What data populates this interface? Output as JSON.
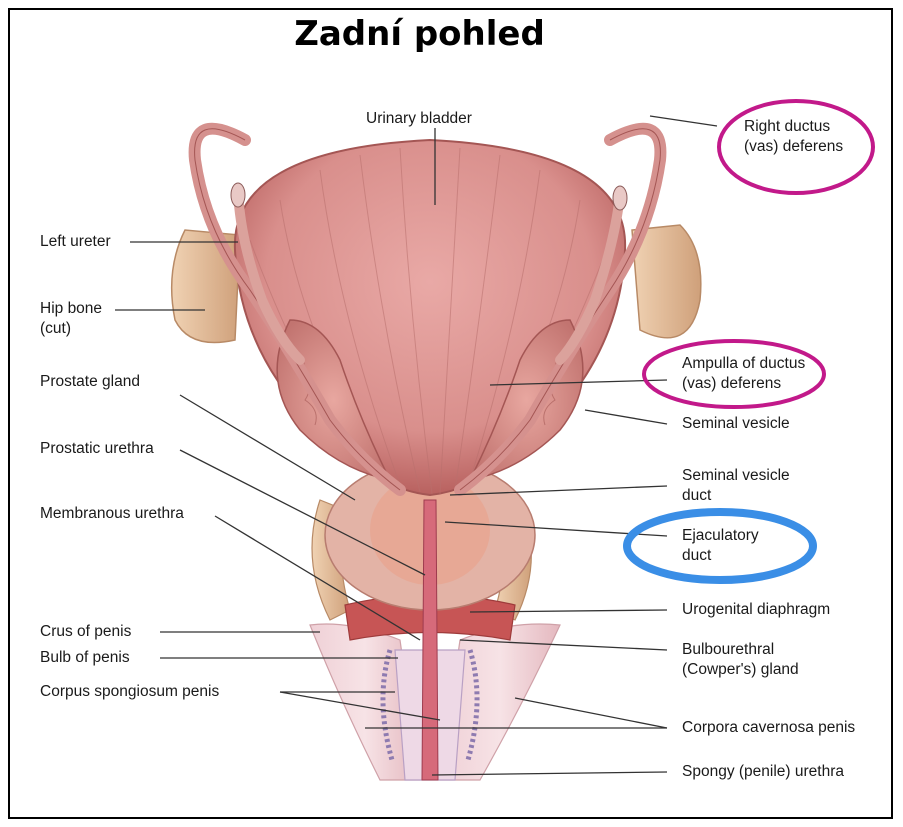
{
  "title": "Zadní pohled",
  "colors": {
    "tissue": "#d98f8c",
    "tissue_dark": "#b8615f",
    "bone": "#e6c3a0",
    "highlight_magenta": "#c2198a",
    "highlight_blue": "#3a8ee6",
    "leader_line": "#333333"
  },
  "labels": {
    "urinary_bladder": "Urinary bladder",
    "right_ductus_line1": "Right ductus",
    "right_ductus_line2": "(vas) deferens",
    "left_ureter": "Left ureter",
    "hip_bone_line1": "Hip bone",
    "hip_bone_line2": "(cut)",
    "prostate_gland": "Prostate gland",
    "ampulla_line1": "Ampulla of ductus",
    "ampulla_line2": "(vas) deferens",
    "seminal_vesicle": "Seminal vesicle",
    "prostatic_urethra": "Prostatic urethra",
    "seminal_vesicle_duct_line1": "Seminal vesicle",
    "seminal_vesicle_duct_line2": "duct",
    "membranous_urethra": "Membranous urethra",
    "ejaculatory_duct_line1": "Ejaculatory",
    "ejaculatory_duct_line2": "duct",
    "urogenital_diaphragm": "Urogenital diaphragm",
    "crus_of_penis": "Crus of penis",
    "bulb_of_penis": "Bulb of penis",
    "bulbourethral_line1": "Bulbourethral",
    "bulbourethral_line2": "(Cowper's) gland",
    "corpus_spongiosum": "Corpus spongiosum penis",
    "corpora_cavernosa": "Corpora cavernosa penis",
    "spongy_urethra": "Spongy (penile) urethra"
  }
}
